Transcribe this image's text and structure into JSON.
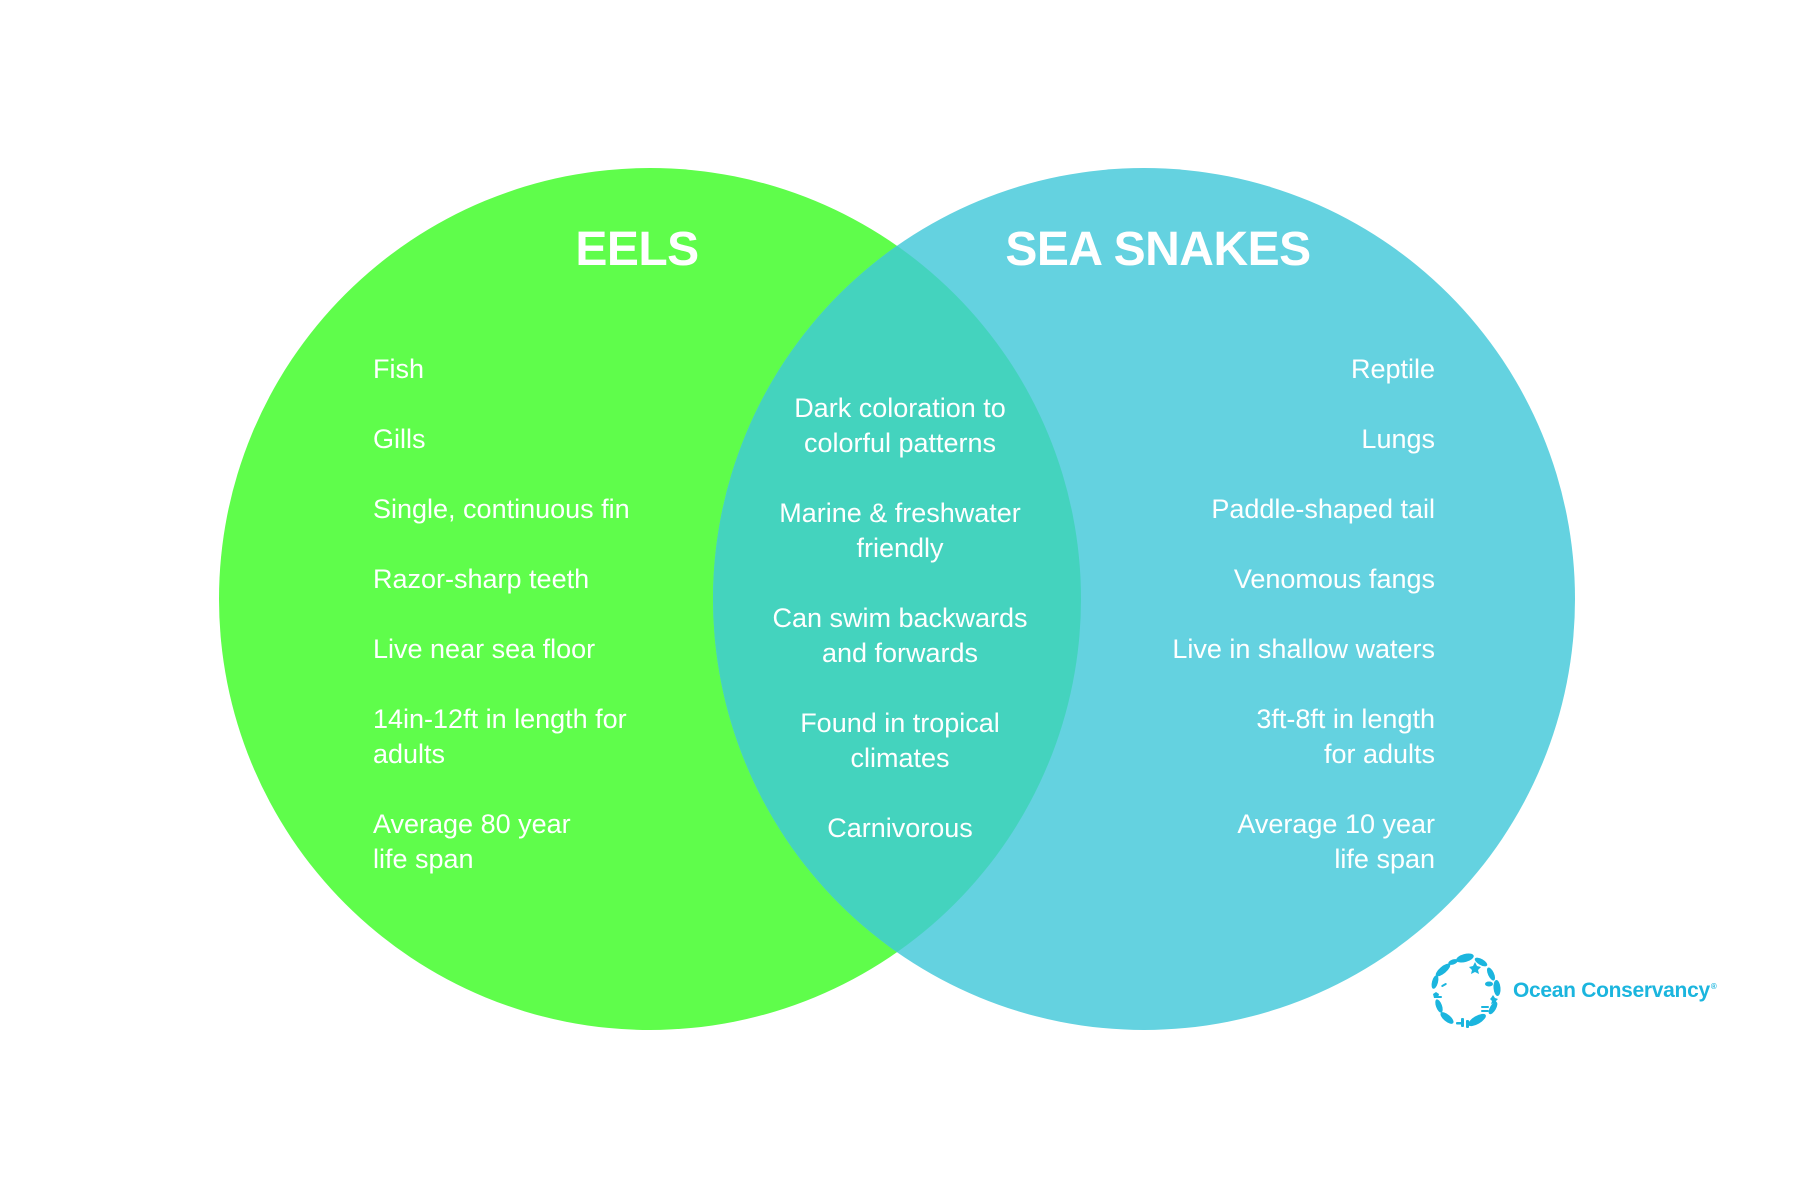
{
  "diagram": {
    "type": "venn",
    "colors": {
      "left_circle": "#5ffd4b",
      "right_circle": "#64d2e0",
      "overlap": "#44d3be",
      "text": "#ffffff",
      "logo": "#1bb5de"
    },
    "left": {
      "title": "EELS",
      "items": [
        "Fish",
        "Gills",
        "Single, continuous fin",
        "Razor-sharp teeth",
        "Live near sea floor",
        "14in-12ft in length for\nadults",
        "Average 80 year\nlife span"
      ]
    },
    "center": {
      "items": [
        "Dark coloration to\ncolorful patterns",
        "Marine & freshwater\nfriendly",
        "Can swim backwards\nand forwards",
        "Found in tropical\nclimates",
        "Carnivorous"
      ]
    },
    "right": {
      "title": "SEA SNAKES",
      "items": [
        "Reptile",
        "Lungs",
        "Paddle-shaped tail",
        "Venomous fangs",
        "Live in shallow waters",
        "3ft-8ft in length\nfor adults",
        "Average 10 year\nlife span"
      ]
    }
  },
  "logo": {
    "name": "Ocean Conservancy",
    "registered_mark": "®",
    "icon": "marine-life-ring-icon"
  }
}
